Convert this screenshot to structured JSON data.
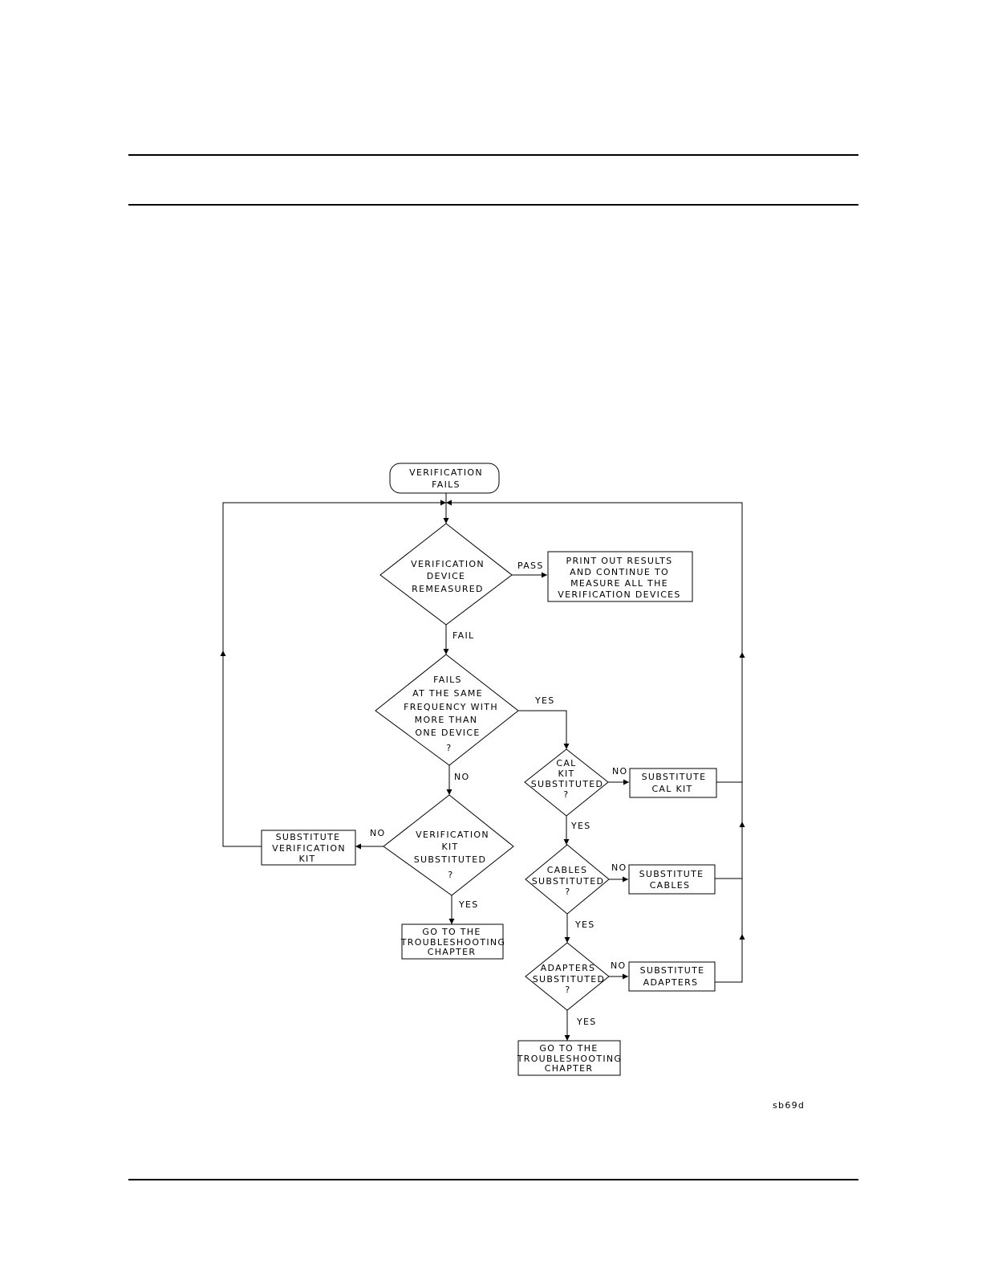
{
  "figure_id": "sb69d",
  "nodes": {
    "start": [
      "VERIFICATION",
      "FAILS"
    ],
    "d_remeasured": [
      "VERIFICATION",
      "DEVICE",
      "REMEASURED"
    ],
    "b_print": [
      "PRINT OUT RESULTS",
      "AND CONTINUE TO",
      "MEASURE ALL THE",
      "VERIFICATION DEVICES"
    ],
    "d_same_freq": [
      "FAILS",
      "AT THE SAME",
      "FREQUENCY WITH",
      "MORE THAN",
      "ONE DEVICE",
      "?"
    ],
    "d_calkit": [
      "CAL",
      "KIT",
      "SUBSTITUTED",
      "?"
    ],
    "b_sub_calkit": [
      "SUBSTITUTE",
      "CAL KIT"
    ],
    "d_cables": [
      "CABLES",
      "SUBSTITUTED",
      "?"
    ],
    "b_sub_cables": [
      "SUBSTITUTE",
      "CABLES"
    ],
    "d_adapters": [
      "ADAPTERS",
      "SUBSTITUTED",
      "?"
    ],
    "b_sub_adapters": [
      "SUBSTITUTE",
      "ADAPTERS"
    ],
    "b_trouble_right": [
      "GO TO THE",
      "TROUBLESHOOTING",
      "CHAPTER"
    ],
    "d_verif_kit": [
      "VERIFICATION",
      "KIT",
      "SUBSTITUTED",
      "?"
    ],
    "b_sub_verif_kit": [
      "SUBSTITUTE",
      "VERIFICATION",
      "KIT"
    ],
    "b_trouble_left": [
      "GO TO THE",
      "TROUBLESHOOTING",
      "CHAPTER"
    ]
  },
  "edge_labels": {
    "pass": "PASS",
    "fail": "FAIL",
    "yes_same_freq": "YES",
    "no_same_freq": "NO",
    "no_calkit": "NO",
    "yes_calkit": "YES",
    "no_cables": "NO",
    "yes_cables": "YES",
    "no_adapters": "NO",
    "yes_adapters": "YES",
    "no_verif_kit": "NO",
    "yes_verif_kit": "YES"
  }
}
